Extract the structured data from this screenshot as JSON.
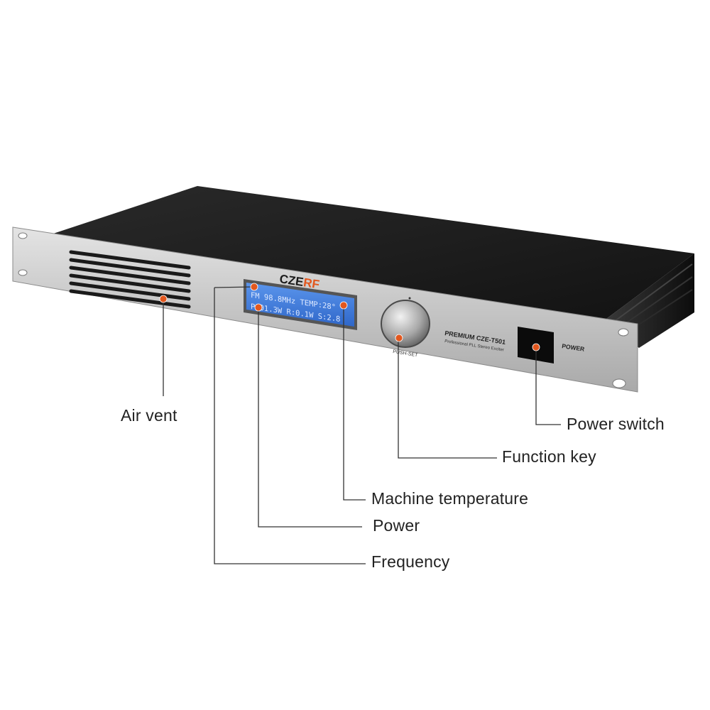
{
  "device": {
    "brand_prefix": "CZE",
    "brand_suffix": "RF",
    "model": "PREMIUM CZE-T501",
    "model_subtitle": "Professional PLL Stereo Exciter",
    "knob_label": "PUSH-SET",
    "power_label": "POWER",
    "lcd_line1": "FM 98.8MHz TEMP:28°",
    "lcd_line2": "P:01.3W R:0.1W S:2.8"
  },
  "callouts": {
    "air_vent": "Air vent",
    "power_switch": "Power switch",
    "function_key": "Function key",
    "machine_temperature": "Machine temperature",
    "power": "Power",
    "frequency": "Frequency"
  },
  "colors": {
    "marker": "#e2571e",
    "lcd_background": "#3f7de0",
    "panel": "#c9c9c9",
    "chassis": "#1e1e1e"
  }
}
